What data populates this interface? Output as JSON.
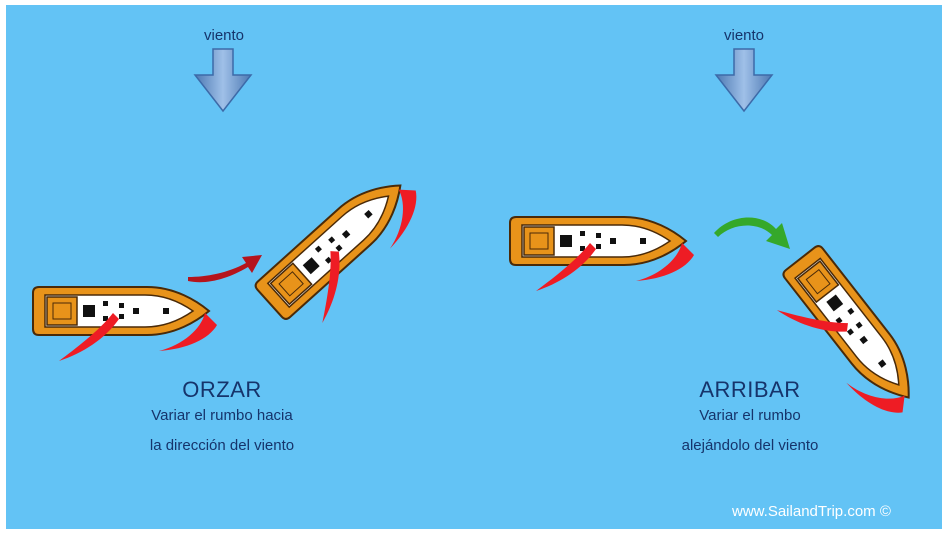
{
  "wind_label_left": "viento",
  "wind_label_right": "viento",
  "left": {
    "title": "ORZAR",
    "line1": "Variar el rumbo hacia",
    "line2": "la dirección del viento"
  },
  "right": {
    "title": "ARRIBAR",
    "line1": "Variar el rumbo",
    "line2": "alejándolo del viento"
  },
  "credit": "www.SailandTrip.com  ©",
  "colors": {
    "sea": "#63c3f5",
    "hull": "#e8931a",
    "sail": "#ee1c24",
    "luff_arrow": "#b5141c",
    "bear_away_arrow": "#35a82a",
    "wind_arrow": "#6e97c9",
    "text": "#16346b"
  },
  "icons": [
    "wind-arrow-icon",
    "sailboat-icon",
    "turn-arrow-icon"
  ]
}
